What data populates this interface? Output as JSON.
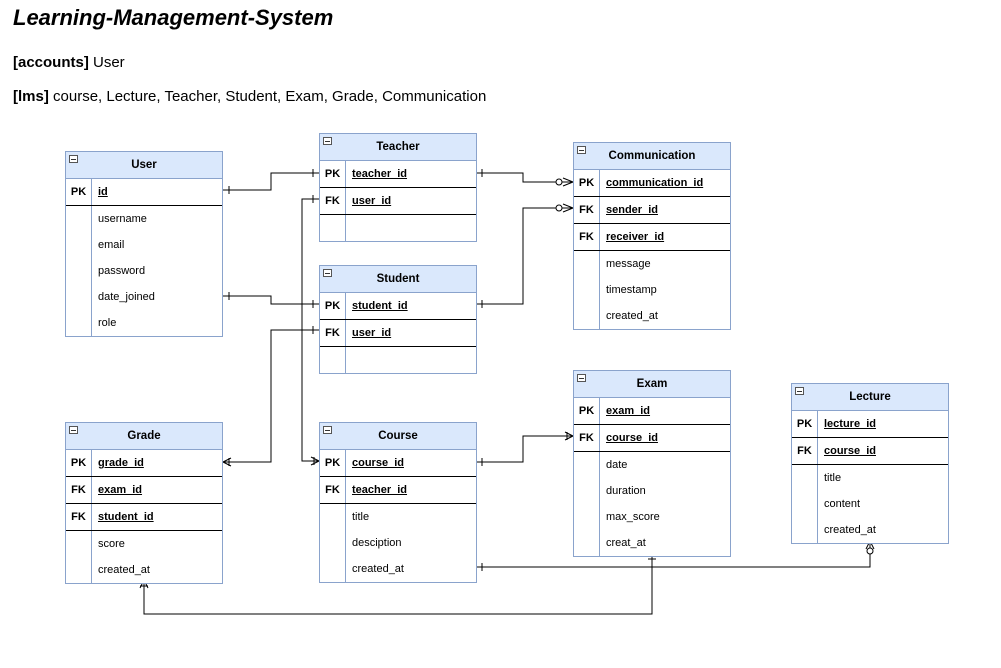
{
  "title": "Learning-Management-System",
  "lines": [
    {
      "tag": "[accounts]",
      "text": " User"
    },
    {
      "tag": "[lms]",
      "text": " course, Lecture, Teacher, Student, Exam, Grade, Communication"
    }
  ],
  "entities": {
    "user": {
      "name": "User",
      "keys": [
        {
          "k": "PK",
          "f": "id"
        }
      ],
      "attrs": [
        "username",
        "email",
        "password",
        "date_joined",
        "role"
      ]
    },
    "teacher": {
      "name": "Teacher",
      "keys": [
        {
          "k": "PK",
          "f": "teacher_id"
        },
        {
          "k": "FK",
          "f": "user_id"
        }
      ],
      "attrs": [
        ""
      ]
    },
    "student": {
      "name": "Student",
      "keys": [
        {
          "k": "PK",
          "f": "student_id"
        },
        {
          "k": "FK",
          "f": "user_id"
        }
      ],
      "attrs": [
        ""
      ]
    },
    "communication": {
      "name": "Communication",
      "keys": [
        {
          "k": "PK",
          "f": "communication_id"
        },
        {
          "k": "FK",
          "f": "sender_id"
        },
        {
          "k": "FK",
          "f": "receiver_id"
        }
      ],
      "attrs": [
        "message",
        "timestamp",
        "created_at"
      ]
    },
    "exam": {
      "name": "Exam",
      "keys": [
        {
          "k": "PK",
          "f": "exam_id"
        },
        {
          "k": "FK",
          "f": "course_id"
        }
      ],
      "attrs": [
        "date",
        "duration",
        "max_score",
        "creat_at"
      ]
    },
    "lecture": {
      "name": "Lecture",
      "keys": [
        {
          "k": "PK",
          "f": "lecture_id"
        },
        {
          "k": "FK",
          "f": "course_id"
        }
      ],
      "attrs": [
        "title",
        "content",
        "created_at"
      ]
    },
    "grade": {
      "name": "Grade",
      "keys": [
        {
          "k": "PK",
          "f": "grade_id"
        },
        {
          "k": "FK",
          "f": "exam_id"
        },
        {
          "k": "FK",
          "f": "student_id"
        }
      ],
      "attrs": [
        "score",
        "created_at"
      ]
    },
    "course": {
      "name": "Course",
      "keys": [
        {
          "k": "PK",
          "f": "course_id"
        },
        {
          "k": "FK",
          "f": "teacher_id"
        }
      ],
      "attrs": [
        "title",
        "desciption",
        "created_at"
      ]
    }
  }
}
